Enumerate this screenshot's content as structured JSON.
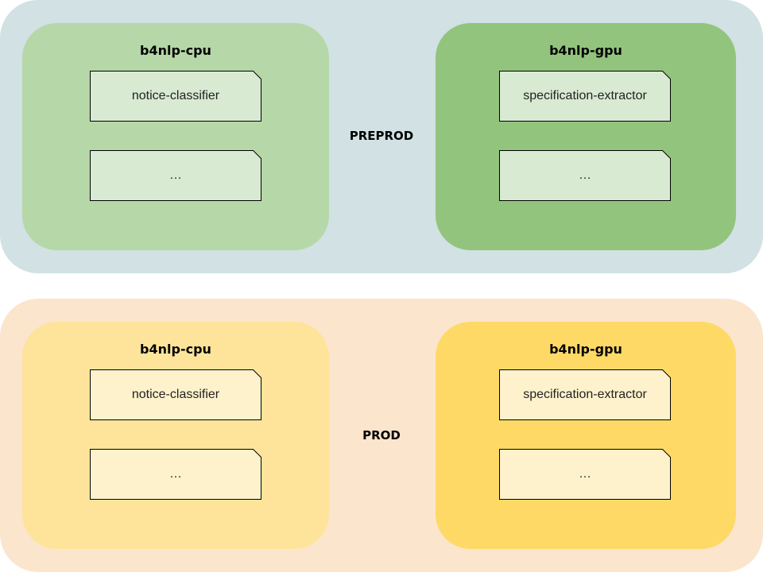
{
  "colors": {
    "preprod_bg": "#d1e1e4",
    "preprod_cpu": "#b6d7a8",
    "preprod_gpu": "#93c47d",
    "preprod_service": "#d9ead3",
    "prod_bg": "#fbe5cd",
    "prod_cpu": "#fee49a",
    "prod_gpu": "#fed966",
    "prod_service": "#fef2cd"
  },
  "environments": [
    {
      "label": "PREPROD",
      "clusters": [
        {
          "title": "b4nlp-cpu",
          "services": [
            "notice-classifier",
            "…"
          ]
        },
        {
          "title": "b4nlp-gpu",
          "services": [
            "specification-extractor",
            "…"
          ]
        }
      ]
    },
    {
      "label": "PROD",
      "clusters": [
        {
          "title": "b4nlp-cpu",
          "services": [
            "notice-classifier",
            "…"
          ]
        },
        {
          "title": "b4nlp-gpu",
          "services": [
            "specification-extractor",
            "…"
          ]
        }
      ]
    }
  ]
}
